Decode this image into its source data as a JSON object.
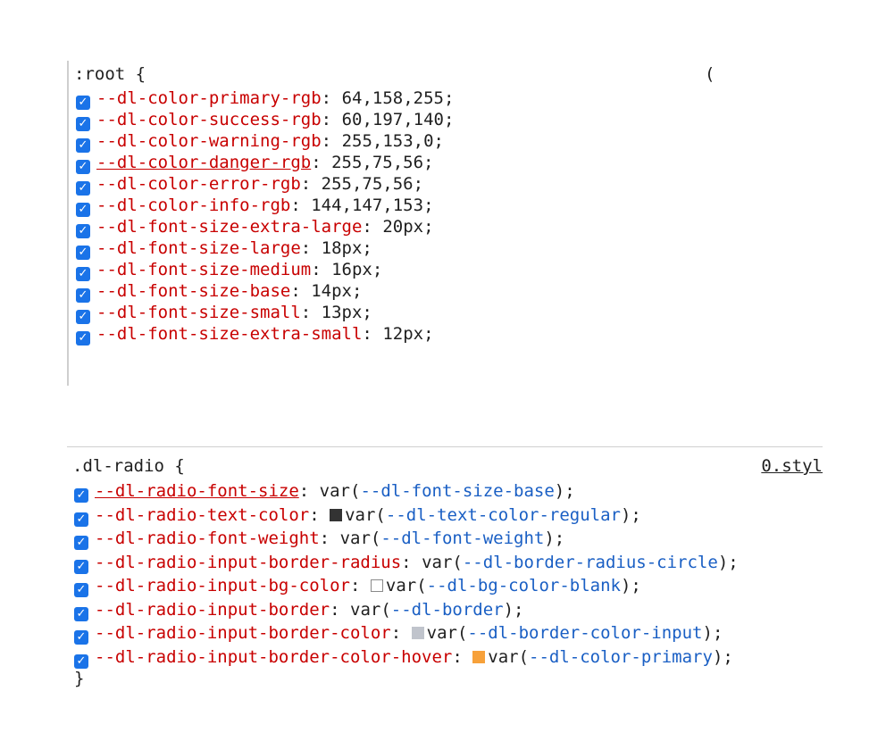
{
  "root_panel": {
    "selector": ":root {",
    "source": "(",
    "declarations": [
      {
        "prop": "--dl-color-primary-rgb",
        "value": "64,158,255;",
        "underline": false
      },
      {
        "prop": "--dl-color-success-rgb",
        "value": "60,197,140;",
        "underline": false
      },
      {
        "prop": "--dl-color-warning-rgb",
        "value": "255,153,0;",
        "underline": false
      },
      {
        "prop": "--dl-color-danger-rgb",
        "value": "255,75,56;",
        "underline": true
      },
      {
        "prop": "--dl-color-error-rgb",
        "value": "255,75,56;",
        "underline": false
      },
      {
        "prop": "--dl-color-info-rgb",
        "value": "144,147,153;",
        "underline": false
      },
      {
        "prop": "--dl-font-size-extra-large",
        "value": "20px;",
        "underline": false
      },
      {
        "prop": "--dl-font-size-large",
        "value": "18px;",
        "underline": false
      },
      {
        "prop": "--dl-font-size-medium",
        "value": "16px;",
        "underline": false
      },
      {
        "prop": "--dl-font-size-base",
        "value": "14px;",
        "underline": false
      },
      {
        "prop": "--dl-font-size-small",
        "value": "13px;",
        "underline": false
      },
      {
        "prop": "--dl-font-size-extra-small",
        "value": "12px;",
        "underline": false
      }
    ]
  },
  "radio_panel": {
    "selector": ".dl-radio {",
    "source": "0.styl",
    "closing": "}",
    "declarations": [
      {
        "prop": "--dl-radio-font-size",
        "underline": true,
        "swatch": null,
        "var_name": "--dl-font-size-base"
      },
      {
        "prop": "--dl-radio-text-color",
        "underline": false,
        "swatch": "#333333",
        "var_name": "--dl-text-color-regular"
      },
      {
        "prop": "--dl-radio-font-weight",
        "underline": false,
        "swatch": null,
        "var_name": "--dl-font-weight"
      },
      {
        "prop": "--dl-radio-input-border-radius",
        "underline": false,
        "swatch": null,
        "var_name": "--dl-border-radius-circle"
      },
      {
        "prop": "--dl-radio-input-bg-color",
        "underline": false,
        "swatch": "#ffffff",
        "var_name": "--dl-bg-color-blank"
      },
      {
        "prop": "--dl-radio-input-border",
        "underline": false,
        "swatch": null,
        "var_name": "--dl-border"
      },
      {
        "prop": "--dl-radio-input-border-color",
        "underline": false,
        "swatch": "#c0c4cc",
        "var_name": "--dl-border-color-input"
      },
      {
        "prop": "--dl-radio-input-border-color-hover",
        "underline": false,
        "swatch": "#f7a13a",
        "var_name": "--dl-color-primary"
      }
    ]
  },
  "checkbox_glyph": "✓",
  "colors": {
    "property": "#c80000",
    "variable": "#1a5fc4",
    "checkbox": "#1a73e8"
  }
}
